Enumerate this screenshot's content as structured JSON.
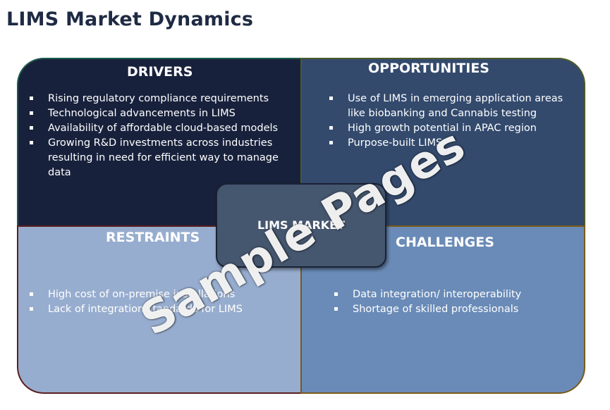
{
  "title": "LIMS Market Dynamics",
  "center_label": "LIMS MARKET",
  "watermark": "Sample Pages",
  "quadrants": {
    "drivers": {
      "heading": "DRIVERS",
      "items": [
        "Rising regulatory compliance requirements",
        "Technological advancements in LIMS",
        "Availability of affordable cloud-based models",
        "Growing R&D investments across industries resulting in need for efficient way to manage data"
      ]
    },
    "opportunities": {
      "heading": "OPPORTUNITIES",
      "items": [
        "Use of LIMS in emerging application areas like biobanking and Cannabis testing",
        "High growth potential in APAC region",
        "Purpose-built LIMS"
      ]
    },
    "restraints": {
      "heading": "RESTRAINTS",
      "items": [
        "High cost of on-premise installations",
        "Lack of integration standards for LIMS"
      ]
    },
    "challenges": {
      "heading": "CHALLENGES",
      "items": [
        "Data integration/ interoperability",
        "Shortage of skilled professionals"
      ]
    }
  },
  "colors": {
    "drivers": "#18213c",
    "opportunities": "#334a6d",
    "restraints": "#97adcf",
    "challenges": "#6a8bb7",
    "center": "#45566f"
  }
}
